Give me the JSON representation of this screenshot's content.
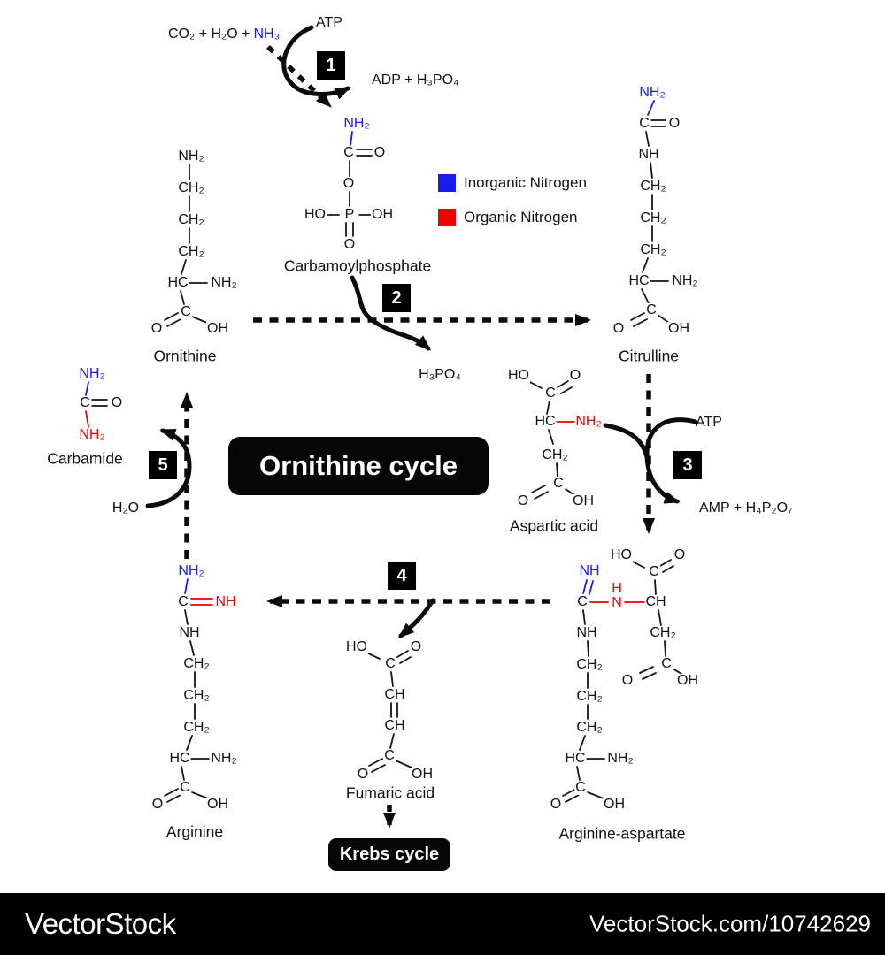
{
  "colors": {
    "inorganic": "#1a1af2",
    "organic": "#f20000",
    "ink": "#111111"
  },
  "title": {
    "label": "Ornithine cycle"
  },
  "krebs": {
    "label": "Krebs cycle"
  },
  "legend": {
    "inorganic": {
      "label": "Inorganic Nitrogen",
      "color": "#1a1af2"
    },
    "organic": {
      "label": "Organic Nitrogen",
      "color": "#f20000"
    }
  },
  "steps": {
    "s1": "1",
    "s2": "2",
    "s3": "3",
    "s4": "4",
    "s5": "5"
  },
  "reactions": {
    "r1": {
      "substrates": "CO₂ + H₂O +",
      "substrate_n": "NH₃",
      "in": "ATP",
      "out": "ADP + H₃PO₄"
    },
    "r2": {
      "out": "H₃PO₄"
    },
    "r3": {
      "in": "ATP",
      "out": "AMP + H₄P₂O₇"
    },
    "r5": {
      "in": "H₂O"
    }
  },
  "molecules": {
    "carbamoylphosphate": {
      "label": "Carbamoylphosphate"
    },
    "citrulline": {
      "label": "Citrulline"
    },
    "ornithine": {
      "label": "Ornithine"
    },
    "aspartic_acid": {
      "label": "Aspartic acid"
    },
    "carbamide": {
      "label": "Carbamide"
    },
    "arginine": {
      "label": "Arginine"
    },
    "fumaric_acid": {
      "label": "Fumaric acid"
    },
    "arginine_aspartate": {
      "label": "Arginine-aspartate"
    }
  },
  "symbols": {
    "nh2": "NH₂",
    "nh": "NH",
    "ch2": "CH₂",
    "ch": "CH",
    "hc": "HC",
    "c": "C",
    "n": "N",
    "h": "H",
    "o": "O",
    "oh": "OH",
    "ho": "HO",
    "p": "P"
  },
  "watermark": {
    "brand": "VectorStock",
    "site": "VectorStock.com/10742629"
  }
}
